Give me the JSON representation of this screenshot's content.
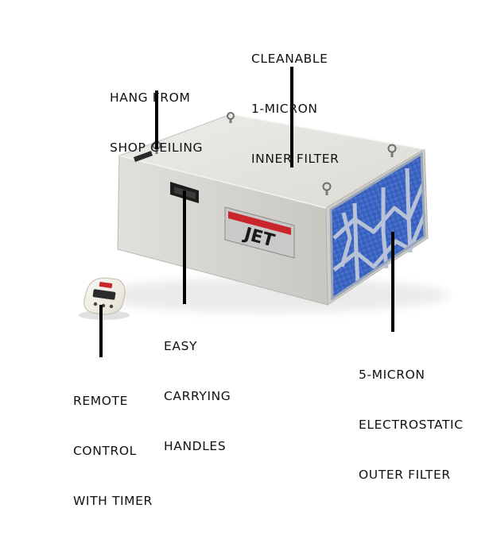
{
  "product": {
    "brand_logo_text": "JET"
  },
  "callouts": {
    "inner_filter": [
      "CLEANABLE",
      "1-MICRON",
      "INNER FILTER"
    ],
    "hang": [
      "HANG FROM",
      "SHOP CEILING"
    ],
    "handles": [
      "EASY",
      "CARRYING",
      "HANDLES"
    ],
    "remote": [
      "REMOTE",
      "CONTROL",
      "WITH TIMER"
    ],
    "outer_filter": [
      "5-MICRON",
      "ELECTROSTATIC",
      "OUTER FILTER"
    ]
  },
  "colors": {
    "cabinet_top": "#e6e4df",
    "cabinet_front": "#d3d1cb",
    "filter_blue": "#3d67c8",
    "logo_red": "#c8262b",
    "text": "#111111",
    "leader": "#000000"
  }
}
